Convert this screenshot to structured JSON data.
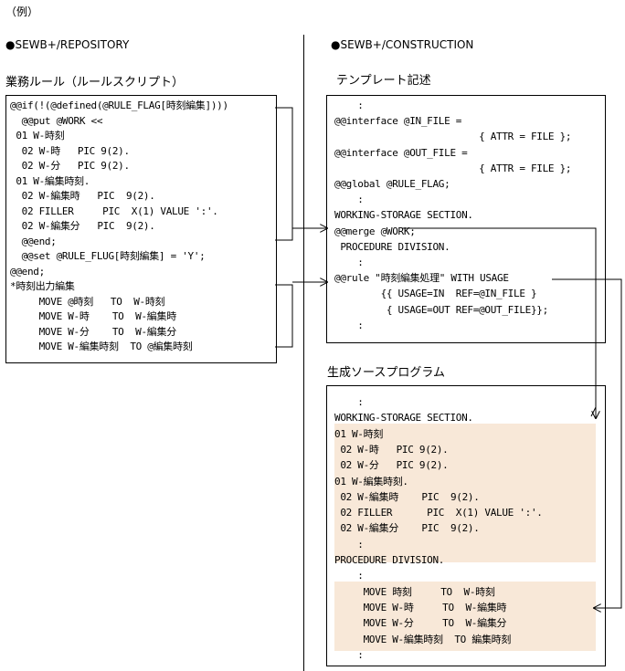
{
  "example_label": "（例）",
  "left": {
    "section_title": "●SEWB+/REPOSITORY",
    "box_title": "業務ルール（ルールスクリプト）",
    "lines": [
      "@@if(!(@defined(@RULE_FLAG[時刻編集])))",
      "  @@put @WORK <<",
      " 01 W-時刻",
      "  02 W-時   PIC 9(2).",
      "  02 W-分   PIC 9(2).",
      " 01 W-編集時刻.",
      "  02 W-編集時   PIC  9(2).",
      "  02 FILLER     PIC  X(1) VALUE ':'.",
      "  02 W-編集分   PIC  9(2).",
      "  @@end;",
      "  @@set @RULE_FLUG[時刻編集] = 'Y';",
      "@@end;",
      "*時刻出力編集",
      "     MOVE @時刻   TO  W-時刻",
      "     MOVE W-時    TO  W-編集時",
      "     MOVE W-分    TO  W-編集分",
      "     MOVE W-編集時刻  TO @編集時刻"
    ]
  },
  "right": {
    "section_title": "●SEWB+/CONSTRUCTION",
    "template": {
      "title": "テンプレート記述",
      "lines": [
        "    :",
        "@@interface @IN_FILE =",
        "                         { ATTR = FILE };",
        "@@interface @OUT_FILE =",
        "                         { ATTR = FILE };",
        "@@global @RULE_FLAG;",
        "    :",
        "WORKING-STORAGE SECTION.",
        "@@merge @WORK;",
        " PROCEDURE DIVISION.",
        "    :",
        "@@rule \"時刻編集処理\" WITH USAGE",
        "        {{ USAGE=IN  REF=@IN_FILE }",
        "         { USAGE=OUT REF=@OUT_FILE}};",
        "    :"
      ]
    },
    "generated": {
      "title": "生成ソースプログラム",
      "lines": [
        "    :",
        "WORKING-STORAGE SECTION.",
        "01 W-時刻",
        " 02 W-時   PIC 9(2).",
        " 02 W-分   PIC 9(2).",
        "01 W-編集時刻.",
        " 02 W-編集時    PIC  9(2).",
        " 02 FILLER      PIC  X(1) VALUE ':'.",
        " 02 W-編集分    PIC  9(2).",
        "    :",
        "PROCEDURE DIVISION.",
        "    :",
        "     MOVE 時刻     TO  W-時刻",
        "     MOVE W-時     TO  W-編集時",
        "     MOVE W-分     TO  W-編集分",
        "     MOVE W-編集時刻  TO 編集時刻",
        "    :"
      ]
    }
  }
}
